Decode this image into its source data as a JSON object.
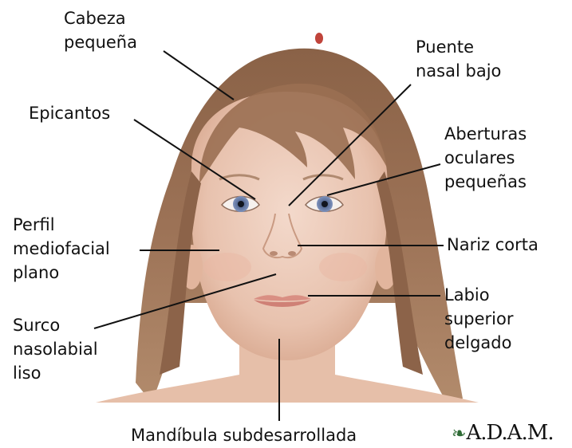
{
  "labels": {
    "cabeza": [
      "Cabeza",
      "pequeña"
    ],
    "puente": [
      "Puente",
      "nasal bajo"
    ],
    "epicantos": [
      "Epicantos"
    ],
    "aberturas": [
      "Aberturas",
      "oculares",
      "pequeñas"
    ],
    "perfil": [
      "Perfil",
      "mediofacial",
      "plano"
    ],
    "nariz": [
      "Nariz corta"
    ],
    "surco": [
      "Surco",
      "nasolabial",
      "liso"
    ],
    "labio": [
      "Labio",
      "superior",
      "delgado"
    ],
    "mandibula": [
      "Mandíbula subdesarrollada"
    ]
  },
  "logo": {
    "mark": "❧",
    "text": "A.D.A.M."
  }
}
